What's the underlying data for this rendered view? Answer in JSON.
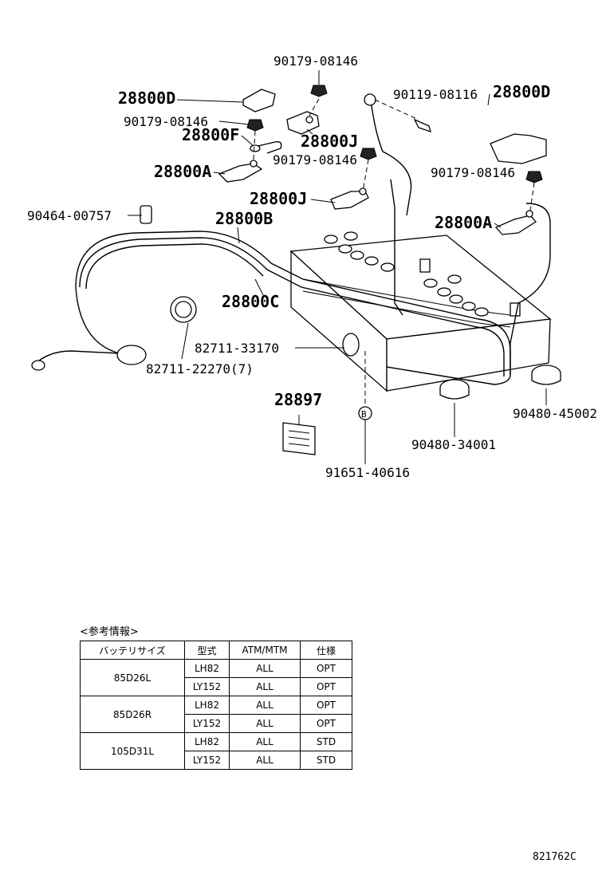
{
  "labels": {
    "l_90179_top": "90179-08146",
    "l_28800D_left": "28800D",
    "l_90119": "90119-08116",
    "l_28800D_right": "28800D",
    "l_90179_left": "90179-08146",
    "l_28800F": "28800F",
    "l_28800J_top": "28800J",
    "l_90179_mid": "90179-08146",
    "l_28800A_left": "28800A",
    "l_90179_right": "90179-08146",
    "l_28800J_mid": "28800J",
    "l_90464": "90464-00757",
    "l_28800B": "28800B",
    "l_28800A_right": "28800A",
    "l_28800C": "28800C",
    "l_82711_33170": "82711-33170",
    "l_82711_22270": "82711-22270(7)",
    "l_28897": "28897",
    "l_B": "B",
    "l_90480_45002": "90480-45002",
    "l_90480_34001": "90480-34001",
    "l_91651": "91651-40616"
  },
  "reference": {
    "title": "<参考情報>",
    "headers": [
      "バッテリサイズ",
      "型式",
      "ATM/MTM",
      "仕様"
    ],
    "groups": [
      {
        "size": "85D26L",
        "rows": [
          {
            "model": "LH82",
            "trans": "ALL",
            "spec": "OPT"
          },
          {
            "model": "LY152",
            "trans": "ALL",
            "spec": "OPT"
          }
        ]
      },
      {
        "size": "85D26R",
        "rows": [
          {
            "model": "LH82",
            "trans": "ALL",
            "spec": "OPT"
          },
          {
            "model": "LY152",
            "trans": "ALL",
            "spec": "OPT"
          }
        ]
      },
      {
        "size": "105D31L",
        "rows": [
          {
            "model": "LH82",
            "trans": "ALL",
            "spec": "STD"
          },
          {
            "model": "LY152",
            "trans": "ALL",
            "spec": "STD"
          }
        ]
      }
    ]
  },
  "figure_code": "821762C"
}
